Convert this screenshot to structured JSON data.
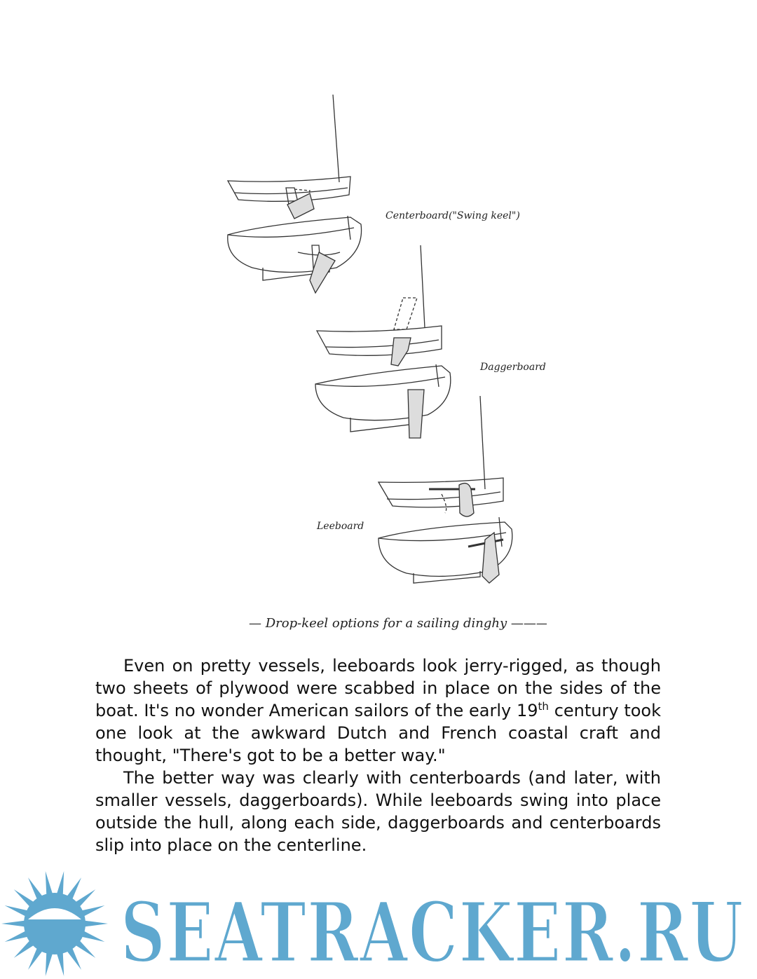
{
  "figure": {
    "labels": {
      "centerboard": "Centerboard",
      "swing_keel": "(\"Swing keel\")",
      "daggerboard": "Daggerboard",
      "leeboard": "Leeboard"
    },
    "caption": "— Drop-keel options for a sailing dinghy ———"
  },
  "body": {
    "p1_before_sup": "Even on pretty vessels, leeboards look jerry-rigged, as though two sheets of plywood were scabbed in place on the sides of the boat. It's no wonder American sailors of the early 19",
    "p1_sup": "th",
    "p1_after_sup": " century took one look at the awkward Dutch and French coastal craft and thought, \"There's got to be a better way.\"",
    "p2": "The better way was clearly with centerboards (and later, with smaller vessels, daggerboards). While leeboards swing into place outside the hull, along each side, daggerboards and centerboards slip into place on the centerline."
  },
  "watermark": {
    "text": "SEATRACKER.RU",
    "color": "#5fa8cf"
  }
}
